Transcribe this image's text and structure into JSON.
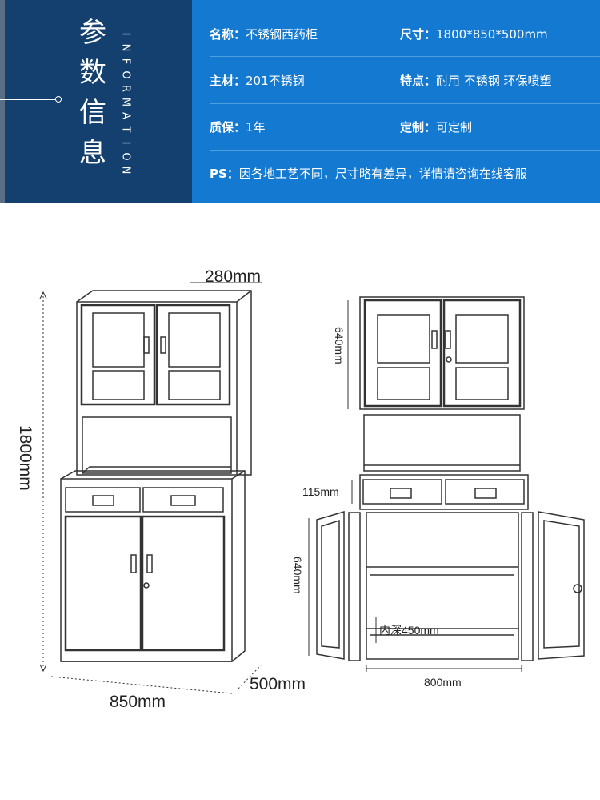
{
  "header": {
    "title_zh": [
      "参",
      "数",
      "信",
      "息"
    ],
    "title_en": [
      "I",
      "N",
      "F",
      "O",
      "R",
      "M",
      "A",
      "T",
      "I",
      "O",
      "N"
    ],
    "colors": {
      "dark_panel": "#14406f",
      "blue_panel": "#1479d0"
    },
    "specs": {
      "name_label": "名称：",
      "name_value": "不锈钢西药柜",
      "size_label": "尺寸：",
      "size_value": "1800*850*500mm",
      "material_label": "主材：",
      "material_value": "201不锈钢",
      "feature_label": "特点：",
      "feature_value": "耐用 不锈钢 环保喷塑",
      "warranty_label": "质保：",
      "warranty_value": "1年",
      "custom_label": "定制：",
      "custom_value": "可定制",
      "ps_label": "PS：",
      "ps_value": "因各地工艺不同，尺寸略有差异，详情请咨询在线客服"
    }
  },
  "dimensions": {
    "depth_top": "280mm",
    "height_total": "1800mm",
    "width": "850mm",
    "depth": "500mm",
    "upper_height": "640mm",
    "drawer_height": "115mm",
    "lower_height": "640mm",
    "inner_depth": "内深450mm",
    "open_width": "800mm"
  }
}
